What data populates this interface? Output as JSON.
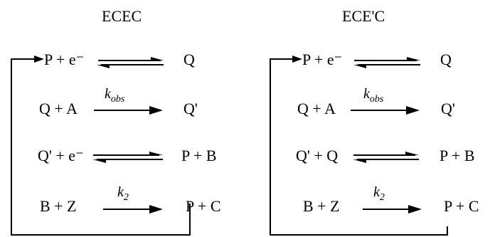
{
  "schemes": [
    {
      "title": "ECEC",
      "steps": [
        {
          "lhs": "P + e⁻",
          "rhs": "Q",
          "arrow": "equilibrium",
          "label": ""
        },
        {
          "lhs": "Q + A",
          "rhs": "Q'",
          "arrow": "forward",
          "label_k": "k",
          "label_sub": "obs"
        },
        {
          "lhs": "Q' + e⁻",
          "rhs": "P + B",
          "arrow": "equilibrium",
          "label": ""
        },
        {
          "lhs": "B + Z",
          "rhs": "P + C",
          "arrow": "forward",
          "label_k": "k",
          "label_sub": "2"
        }
      ]
    },
    {
      "title": "ECE'C",
      "steps": [
        {
          "lhs": "P + e⁻",
          "rhs": "Q",
          "arrow": "equilibrium",
          "label": ""
        },
        {
          "lhs": "Q + A",
          "rhs": "Q'",
          "arrow": "forward",
          "label_k": "k",
          "label_sub": "obs"
        },
        {
          "lhs": "Q' + Q",
          "rhs": "P + B",
          "arrow": "equilibrium",
          "label": ""
        },
        {
          "lhs": "B + Z",
          "rhs": "P + C",
          "arrow": "forward",
          "label_k": "k",
          "label_sub": "2"
        }
      ]
    }
  ]
}
